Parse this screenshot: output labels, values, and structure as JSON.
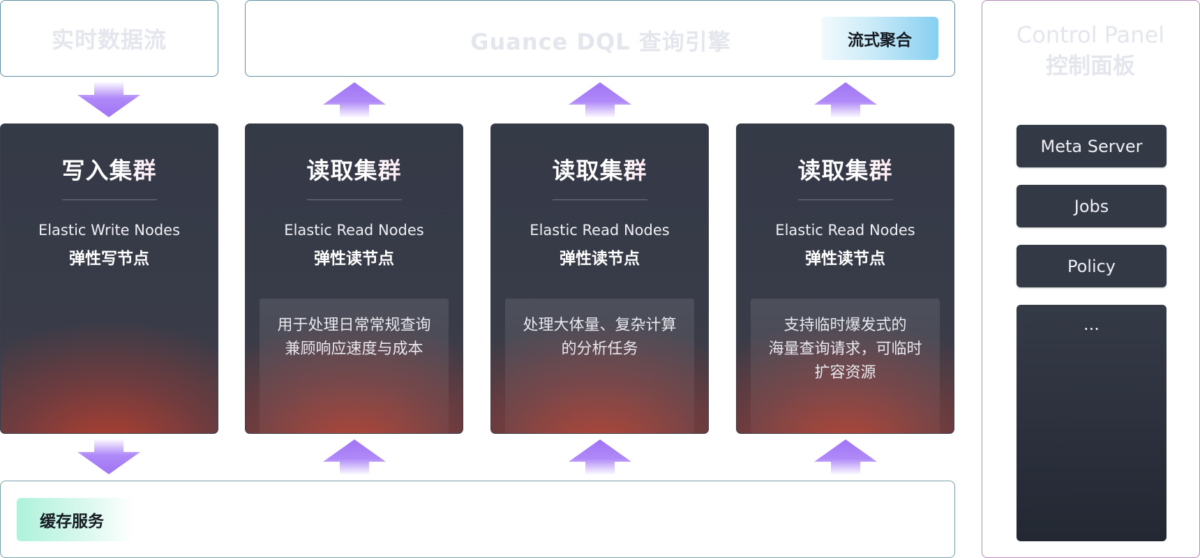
{
  "realtime": {
    "label": "实时数据流"
  },
  "engine": {
    "label": "Guance DQL 查询引擎",
    "badge": "流式聚合"
  },
  "cache": {
    "badge": "缓存服务"
  },
  "write_cluster": {
    "title": "写入集群",
    "subtitle_en": "Elastic Write Nodes",
    "subtitle_cn": "弹性写节点"
  },
  "read_clusters": [
    {
      "title": "读取集群",
      "subtitle_en": "Elastic Read Nodes",
      "subtitle_cn": "弹性读节点",
      "desc": [
        "用于处理日常常规查询",
        "兼顾响应速度与成本"
      ]
    },
    {
      "title": "读取集群",
      "subtitle_en": "Elastic Read Nodes",
      "subtitle_cn": "弹性读节点",
      "desc": [
        "处理大体量、复杂计算",
        "的分析任务"
      ]
    },
    {
      "title": "读取集群",
      "subtitle_en": "Elastic Read Nodes",
      "subtitle_cn": "弹性读节点",
      "desc": [
        "支持临时爆发式的",
        "海量查询请求，可临时",
        "扩容资源"
      ]
    }
  ],
  "control_panel": {
    "title_en": "Control Panel",
    "title_cn": "控制面板",
    "items": [
      "Meta Server",
      "Jobs",
      "Policy"
    ],
    "more": "..."
  },
  "colors": {
    "arrow": "#a77cf7",
    "card_top": "#353a47",
    "card_glow": "#b83f2e",
    "outline_teal": "#5e8fa3",
    "outline_purple": "#b586b8",
    "badge_blue": "#8fd4f3",
    "badge_mint": "#b8f3e0"
  }
}
